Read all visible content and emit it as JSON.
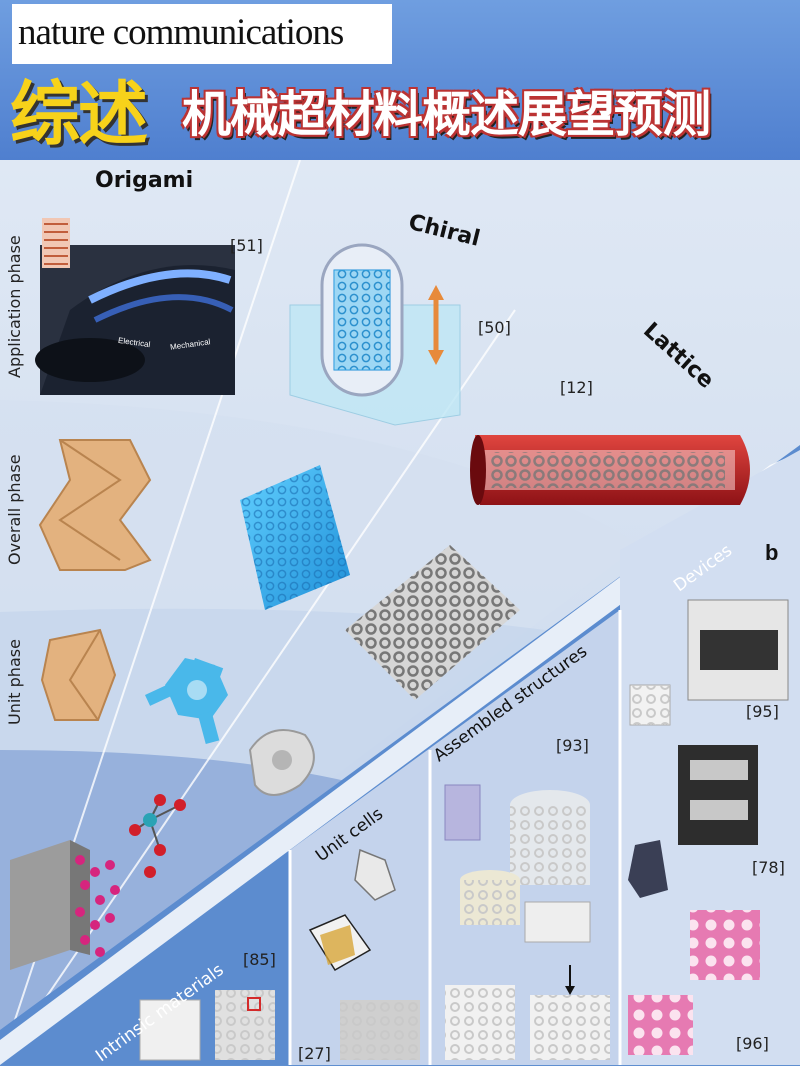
{
  "header": {
    "journal": "nature communications",
    "tag": "综述",
    "headline": "机械超材料概述展望预测"
  },
  "figure": {
    "categories": [
      "Origami",
      "Chiral",
      "Lattice"
    ],
    "phases": [
      "Application phase",
      "Overall phase",
      "Unit phase"
    ],
    "scale_axis": [
      "Intrinsic materials",
      "Unit cells",
      "Assembled structures",
      "Devices"
    ],
    "panel_label": "b",
    "refs": {
      "origami_app": "[51]",
      "chiral_app": "[50]",
      "lattice_app": "[12]",
      "intrinsic": "[85]",
      "unit_cells": "[27]",
      "assembled": "[93]",
      "devices_top": "[95]",
      "devices_mid": "[78]",
      "devices_bottom": "[96]"
    },
    "inset_labels": {
      "electrical": "Electrical",
      "mechanical": "Mechanical"
    }
  },
  "colors": {
    "banner": "#5f8fd0",
    "tag": "#f7d21a",
    "headline_outline": "#b33333",
    "chiral_blue": "#3cb8ef",
    "origami_tan": "#e3b27f",
    "lattice_red": "#c8242a"
  }
}
